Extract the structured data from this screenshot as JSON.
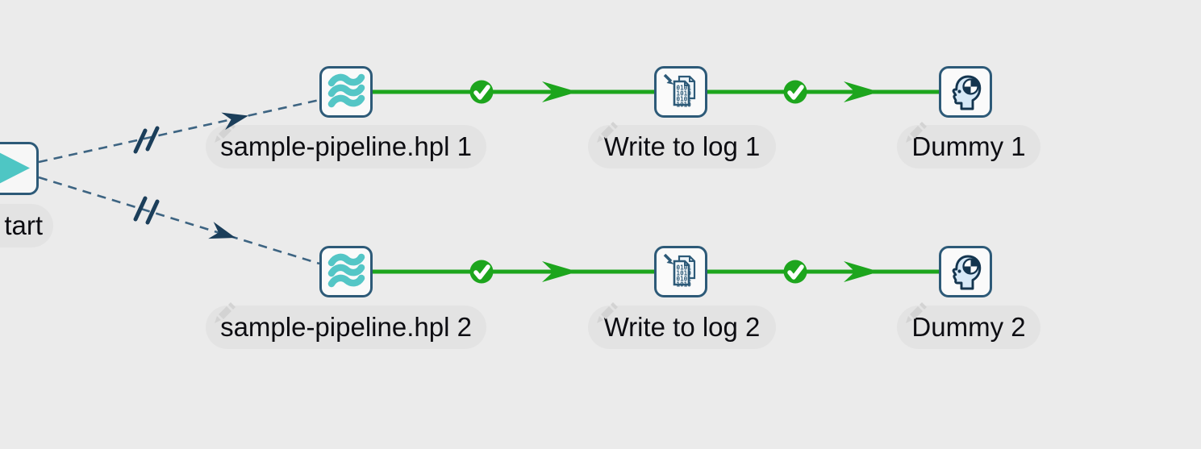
{
  "app": {
    "name": "workflow-canvas"
  },
  "colors": {
    "canvas_bg": "#ebebeb",
    "label_bg": "#e3e3e3",
    "label_text": "#0d0d12",
    "node_border_slate": "#2d5a78",
    "node_bg": "#fafafa",
    "hop_dashed": "#3d6482",
    "hop_arrow_navy": "#1b3e5a",
    "success_green": "#1da51d",
    "accent_teal": "#4ec6c4",
    "dummy_head_fill": "#d7e9f7",
    "dummy_outline": "#14354f",
    "ghost_pencil": "#d3d3d3"
  },
  "start_node": {
    "label": "tart",
    "icon": "play-triangle"
  },
  "rows": [
    {
      "pipeline": {
        "label": "sample-pipeline.hpl 1",
        "icon": "pipeline-waves"
      },
      "write_log": {
        "label": "Write to log 1",
        "icon": "binary-document"
      },
      "dummy": {
        "label": "Dummy 1",
        "icon": "head-target"
      }
    },
    {
      "pipeline": {
        "label": "sample-pipeline.hpl 2",
        "icon": "pipeline-waves"
      },
      "write_log": {
        "label": "Write to log 2",
        "icon": "binary-document"
      },
      "dummy": {
        "label": "Dummy 2",
        "icon": "head-target"
      }
    }
  ],
  "write_log_icon": {
    "binary_rows": [
      "0101",
      "1010",
      "0101",
      "1010"
    ]
  },
  "hops": [
    {
      "from": "Start",
      "to": "sample-pipeline.hpl 1",
      "style": "dashed",
      "marker": "parallel"
    },
    {
      "from": "Start",
      "to": "sample-pipeline.hpl 2",
      "style": "dashed",
      "marker": "parallel"
    },
    {
      "from": "sample-pipeline.hpl 1",
      "to": "Write to log 1",
      "style": "solid",
      "status": "success"
    },
    {
      "from": "Write to log 1",
      "to": "Dummy 1",
      "style": "solid",
      "status": "success"
    },
    {
      "from": "sample-pipeline.hpl 2",
      "to": "Write to log 2",
      "style": "solid",
      "status": "success"
    },
    {
      "from": "Write to log 2",
      "to": "Dummy 2",
      "style": "solid",
      "status": "success"
    }
  ]
}
